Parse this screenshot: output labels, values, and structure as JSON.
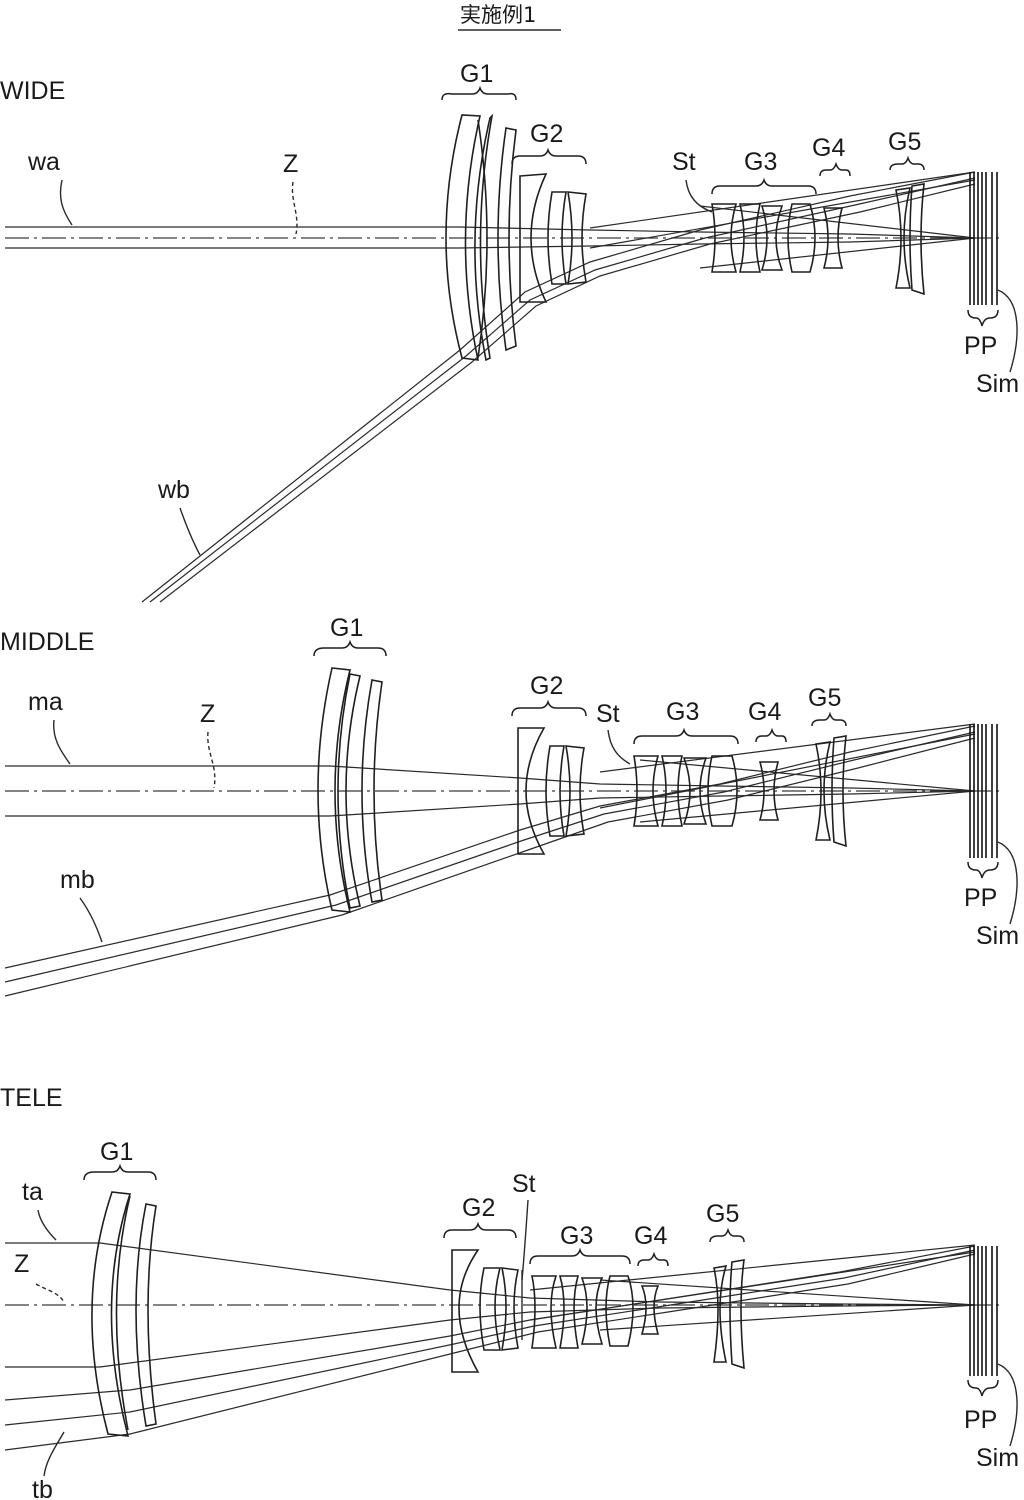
{
  "title": "実施例1",
  "panels": {
    "wide": {
      "state": "WIDE",
      "axis": "Z",
      "ray_a": "wa",
      "ray_b": "wb",
      "groups": [
        "G1",
        "G2",
        "G3",
        "G4",
        "G5"
      ],
      "stop": "St",
      "filter": "PP",
      "image": "Sim"
    },
    "middle": {
      "state": "MIDDLE",
      "axis": "Z",
      "ray_a": "ma",
      "ray_b": "mb",
      "groups": [
        "G1",
        "G2",
        "G3",
        "G4",
        "G5"
      ],
      "stop": "St",
      "filter": "PP",
      "image": "Sim"
    },
    "tele": {
      "state": "TELE",
      "axis": "Z",
      "ray_a": "ta",
      "ray_b": "tb",
      "groups": [
        "G1",
        "G2",
        "G3",
        "G4",
        "G5"
      ],
      "stop": "St",
      "filter": "PP",
      "image": "Sim"
    }
  }
}
